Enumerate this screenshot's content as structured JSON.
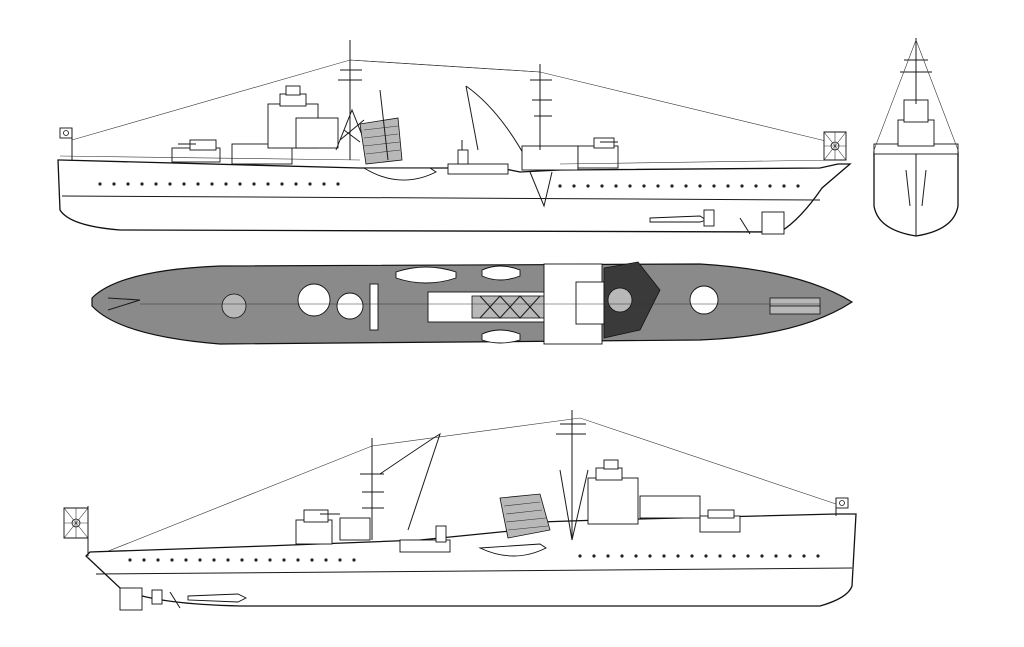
{
  "drawing": {
    "views": [
      {
        "id": "starboard-profile"
      },
      {
        "id": "bow-elevation"
      },
      {
        "id": "deck-plan"
      },
      {
        "id": "port-profile"
      }
    ],
    "colors": {
      "line": "#1a1a1a",
      "deck": "#8a8a8a",
      "background": "#ffffff",
      "hull": "#ffffff"
    }
  }
}
